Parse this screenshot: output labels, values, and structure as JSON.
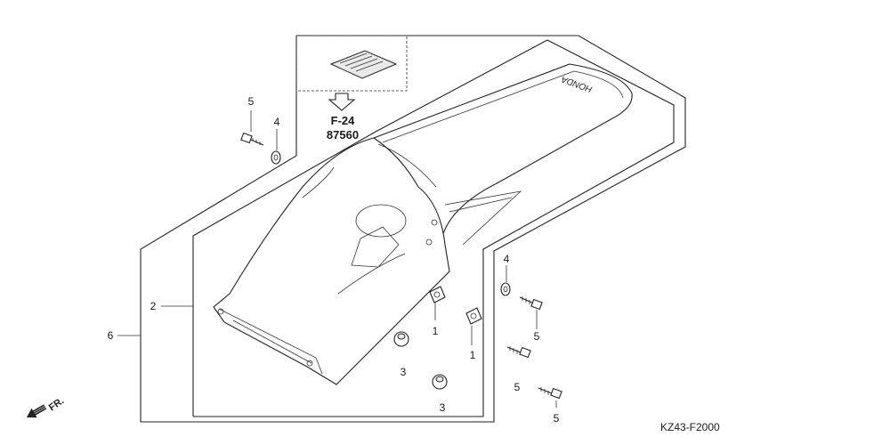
{
  "diagram": {
    "ref_page": "F-24",
    "ref_part_number": "87560",
    "fender_logo": "HONDA",
    "front_indicator": "FR.",
    "diagram_code": "KZ43-F2000",
    "callouts": {
      "c1a": "1",
      "c1b": "1",
      "c2": "2",
      "c3a": "3",
      "c3b": "3",
      "c4a": "4",
      "c4b": "4",
      "c5a": "5",
      "c5b": "5",
      "c5c": "5",
      "c5d": "5",
      "c6": "6"
    }
  }
}
